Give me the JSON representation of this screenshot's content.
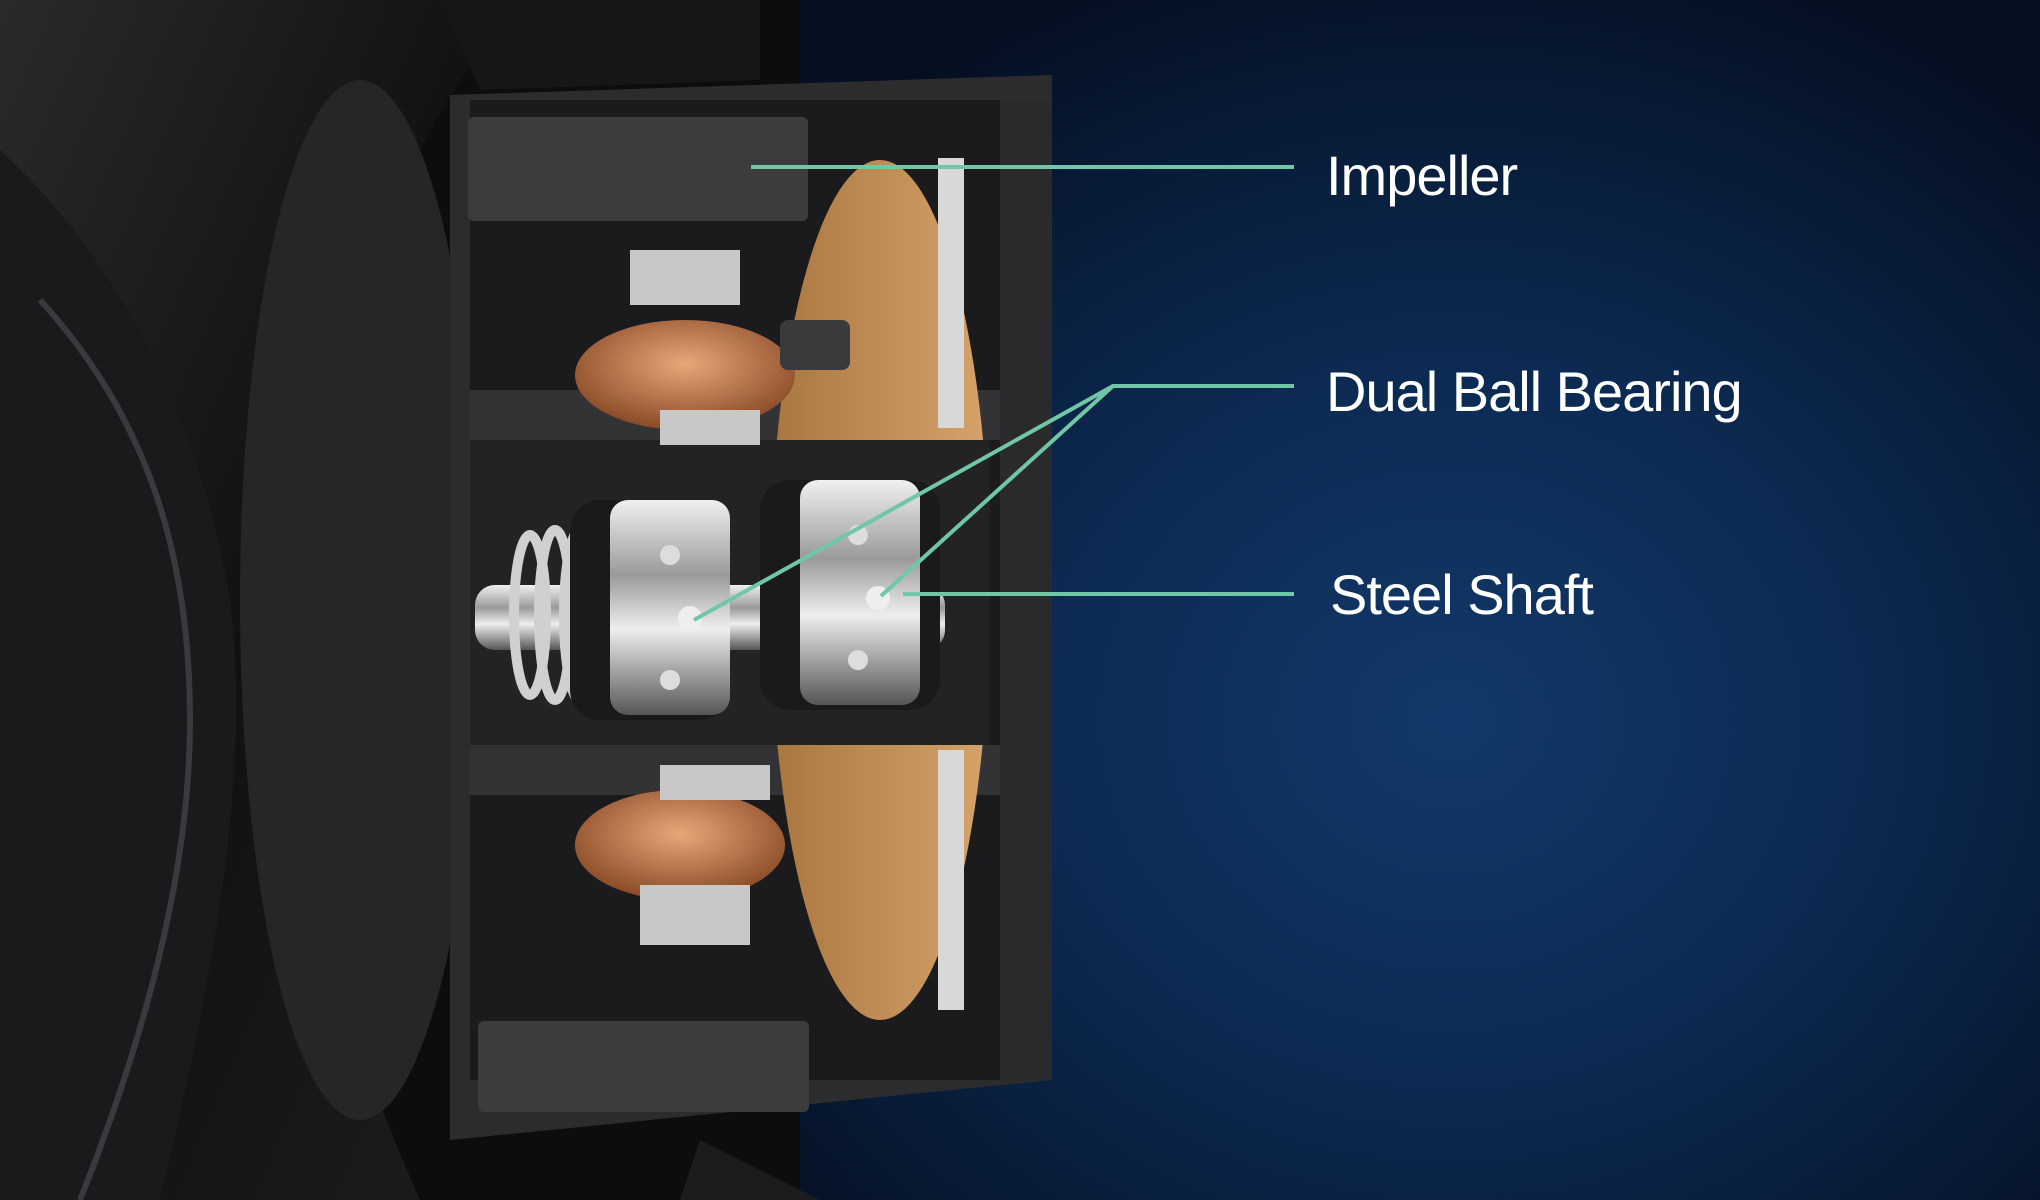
{
  "labels": {
    "impeller": "Impeller",
    "dual_ball_bearing": "Dual Ball Bearing",
    "steel_shaft": "Steel Shaft"
  },
  "colors": {
    "leader_line": "#6fc7a6",
    "label_text": "#ffffff",
    "background": "#0c2a52",
    "copper": "#c07a4a",
    "disk": "#c8965f"
  }
}
